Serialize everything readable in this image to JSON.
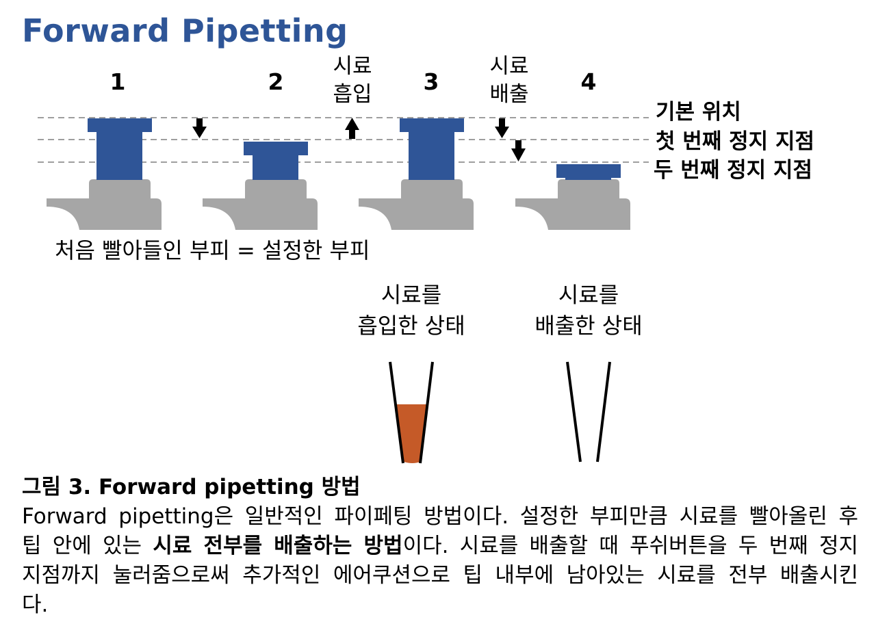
{
  "title": "Forward Pipetting",
  "steps": [
    "1",
    "2",
    "3",
    "4"
  ],
  "action_labels": {
    "aspirate": [
      "시료",
      "흡입"
    ],
    "dispense": [
      "시료",
      "배출"
    ]
  },
  "position_labels": {
    "rest": "기본 위치",
    "first_stop": "첫 번째 정지 지점",
    "second_stop": "두 번째 정지 지점"
  },
  "volume_note": "처음 빨아들인 부피 = 설정한 부피",
  "tip_states": {
    "aspirated": [
      "시료를",
      "흡입한 상태"
    ],
    "dispensed": [
      "시료를",
      "배출한 상태"
    ]
  },
  "colors": {
    "title": "#2E5597",
    "plunger": "#2F5597",
    "pipette_body": "#A6A6A6",
    "sample": "#C55A28",
    "guide_line": "#7F7F7F"
  },
  "icons": {
    "down_arrow": "down-arrow-icon",
    "up_arrow": "up-arrow-icon"
  },
  "caption": {
    "title": "그림 3. Forward pipetting 방법",
    "body_1": "Forward pipetting은 일반적인 파이페팅 방법이다. 설정한 부피만큼 시료를 빨아올린 후 팁 안에 있는 ",
    "body_bold": "시료 전부를 배출하는 방법",
    "body_2": "이다. 시료를 배출할 때 푸쉬버튼을 두 번째 정지 지점까지 눌러줌으로써 추가적인 에어쿠션으로 팁 내부에 남아있는 시료를 전부 배출시킨다."
  }
}
